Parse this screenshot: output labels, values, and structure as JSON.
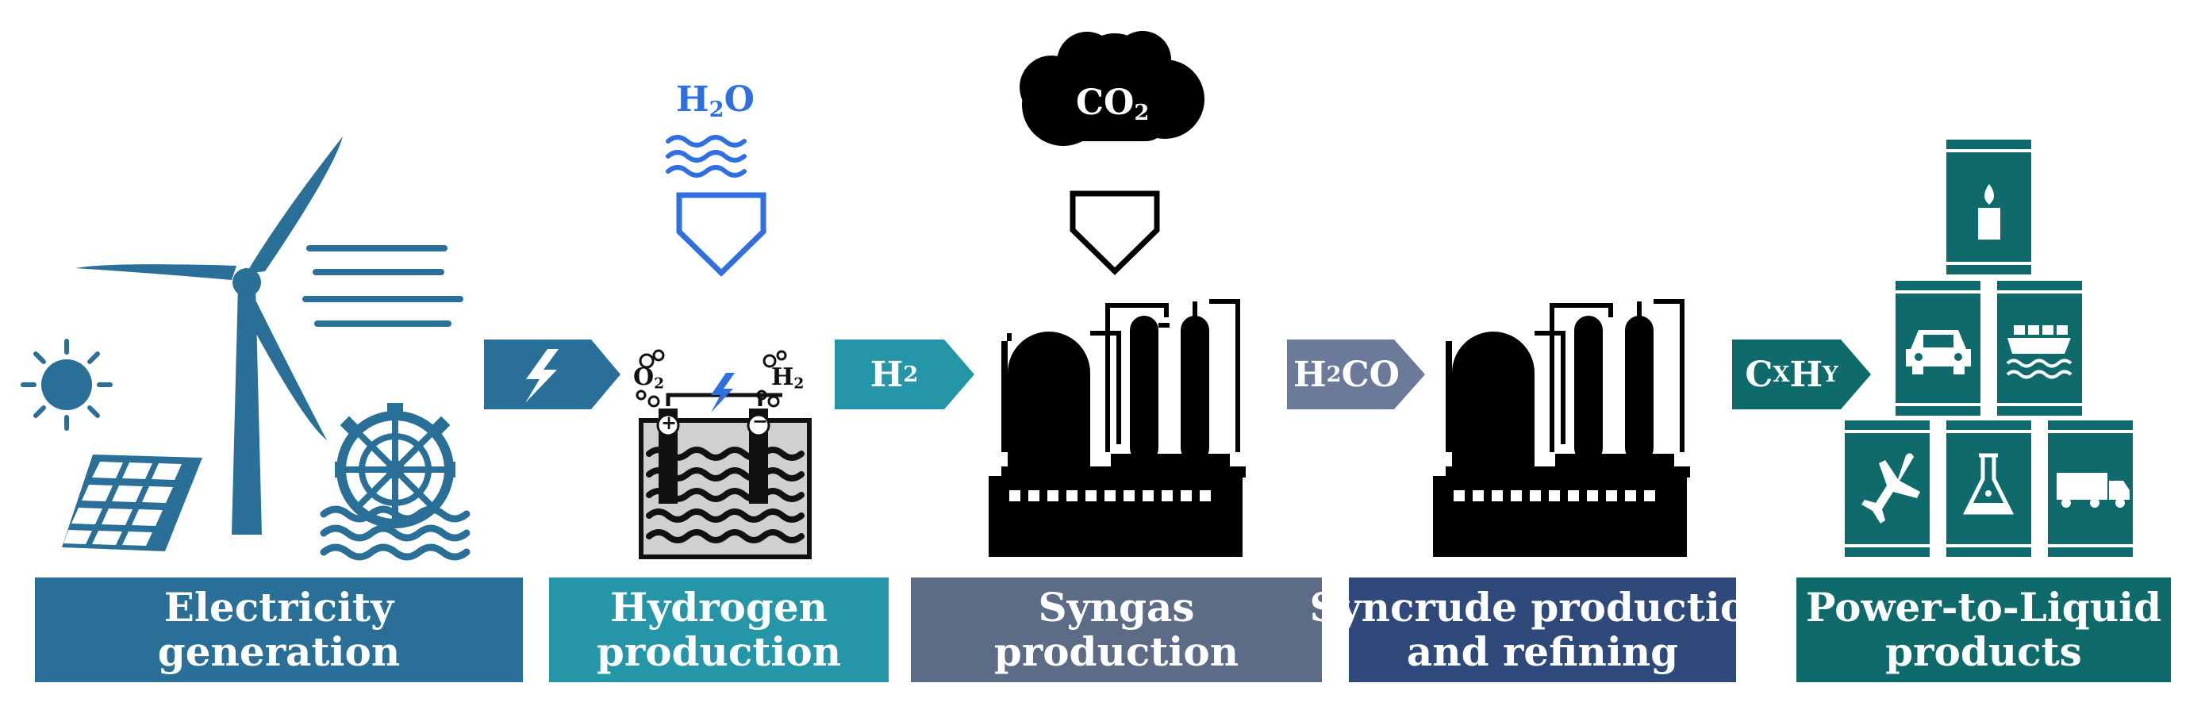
{
  "stages": [
    {
      "line1": "Electricity",
      "line2": "generation",
      "color": "#2a6f97"
    },
    {
      "line1": "Hydrogen",
      "line2": "production",
      "color": "#2496a8"
    },
    {
      "line1": "Syngas",
      "line2": "production",
      "color": "#5c6b86"
    },
    {
      "line1": "Syncrude production",
      "line2": "and refining",
      "color": "#2f4a7a"
    },
    {
      "line1": "Power-to-Liquid",
      "line2": "products",
      "color": "#0f6b6b"
    }
  ],
  "arrows": [
    {
      "id": "electricity",
      "color": "#2a6f97"
    },
    {
      "id": "h2",
      "base": "H",
      "sub": "2",
      "tail": "",
      "color": "#2496a8"
    },
    {
      "id": "h2co",
      "base": "H",
      "sub": "2",
      "tail": "CO",
      "color": "#6a7a98"
    },
    {
      "id": "cxhy",
      "base": "C",
      "sub": "X",
      "tail": "H",
      "sub2": "Y",
      "color": "#0f6b6b"
    }
  ],
  "inputs": {
    "water": {
      "base": "H",
      "sub": "2",
      "tail": "O",
      "color": "#2f6fe0"
    },
    "co2": {
      "base": "CO",
      "sub": "2"
    }
  },
  "electrolyzer_labels": {
    "oxygen": "O",
    "oxygen_sub": "2",
    "hydrogen": "H",
    "hydrogen_sub": "2",
    "plus": "+",
    "minus": "−"
  },
  "colors": {
    "wind": "#2a6f97",
    "barrel": "#0f6b6b",
    "plant": "#000000"
  },
  "icons": [
    "sun-icon",
    "solar-panel-icon",
    "wind-turbine-icon",
    "wind-lines-icon",
    "water-wheel-icon",
    "lightning-icon",
    "water-waves-icon",
    "electrolyzer-icon",
    "co2-cloud-icon",
    "syngas-plant-icon",
    "refinery-plant-icon",
    "candle-icon",
    "car-icon",
    "ship-icon",
    "airplane-icon",
    "flask-icon",
    "truck-icon"
  ]
}
